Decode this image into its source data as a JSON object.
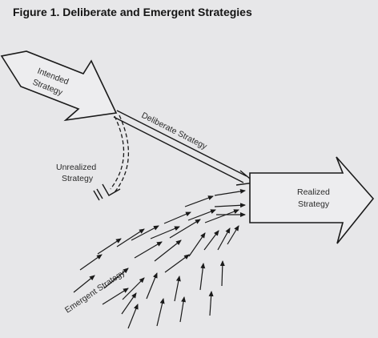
{
  "figure": {
    "title": "Figure 1.  Deliberate and Emergent Strategies"
  },
  "diagram": {
    "labels": {
      "intended_line1": "Intended",
      "intended_line2": "Strategy",
      "deliberate": "Deliberate Strategy",
      "unrealized_line1": "Unrealized",
      "unrealized_line2": "Strategy",
      "realized_line1": "Realized",
      "realized_line2": "Strategy",
      "emergent": "Emergent Strategy"
    },
    "colors": {
      "ink": "#1a1a1a",
      "paper": "#e7e7e9",
      "arrow_fill": "#ededef"
    }
  }
}
